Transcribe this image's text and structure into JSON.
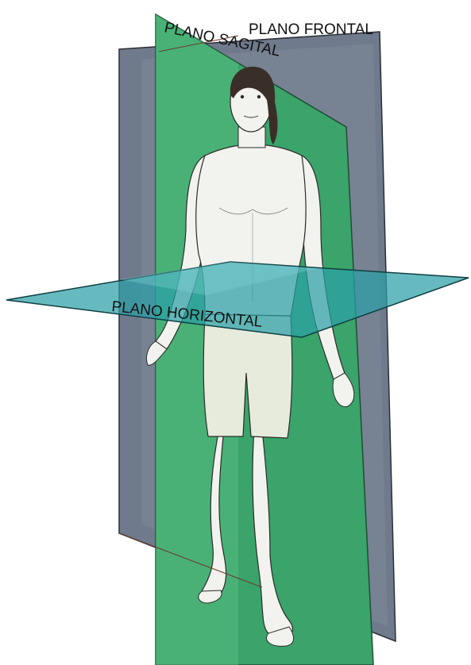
{
  "labels": {
    "frontal": "PLANO FRONTAL",
    "sagittal": "PLANO SAGITAL",
    "horizontal": "PLANO HORIZONTAL"
  },
  "colors": {
    "frontal_plane": "#6f7a8c",
    "sagittal_plane": "#3aa46a",
    "horizontal_plane": "#2ba0a6",
    "skin": "#f2f2ee",
    "skin_shadow": "#d9ddd4",
    "shorts": "#e6ebdc",
    "hair": "#3a2e28",
    "outline": "#2b2b2b"
  }
}
